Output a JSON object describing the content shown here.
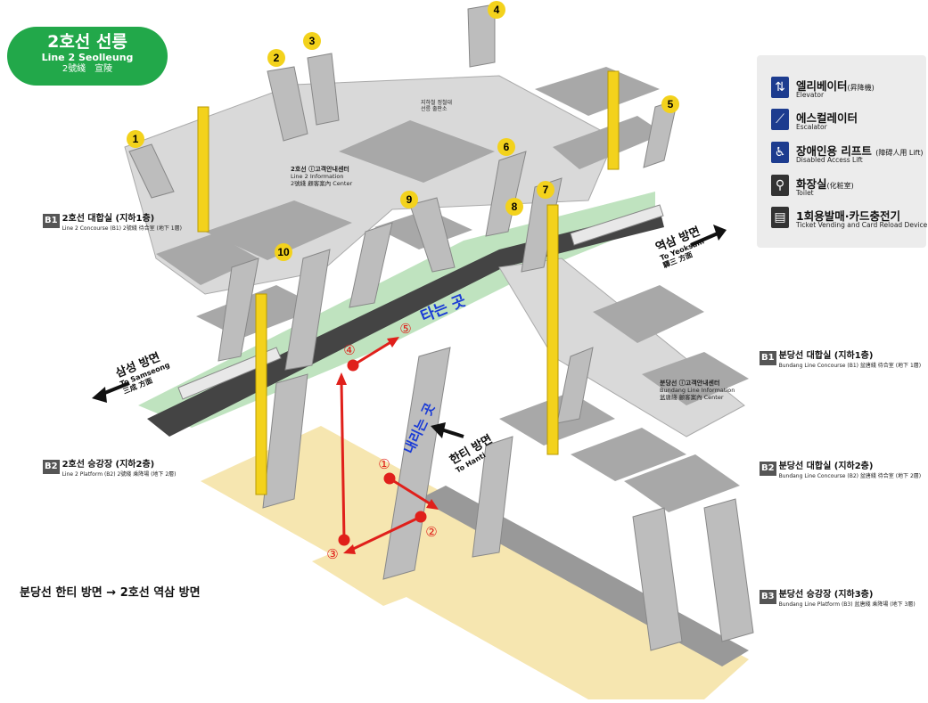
{
  "station": {
    "name_ko": "2호선 선릉",
    "name_en": "Line 2 Seolleung",
    "name_cn": "2號綫　宣陵"
  },
  "legend": [
    {
      "icon": "elevator-icon",
      "ko": "엘리베이터",
      "ko_cn": "(昇降機)",
      "en": "Elevator"
    },
    {
      "icon": "escalator-icon",
      "ko": "에스컬레이터",
      "ko_cn": "",
      "en": "Escalator"
    },
    {
      "icon": "wheelchair-icon",
      "ko": "장애인용 리프트",
      "ko_cn": "(障碍人用 Lift)",
      "en": "Disabled Access Lift"
    },
    {
      "icon": "toilet-icon",
      "ko": "화장실",
      "ko_cn": "(化粧室)",
      "en": "Toilet"
    },
    {
      "icon": "ticket-icon",
      "ko": "1회용발매·카드충전기",
      "ko_cn": "",
      "en": "Ticket Vending and Card Reload Device"
    }
  ],
  "levels": {
    "b1_line2": {
      "code": "B1",
      "ko": "2호선 대합실 (지하1층)",
      "en": "Line 2 Concourse (B1) 2號綫 待合室 (地下 1層)"
    },
    "b2_line2": {
      "code": "B2",
      "ko": "2호선 승강장 (지하2층)",
      "en": "Line 2 Platform (B2) 2號綫 乘降場 (地下 2層)"
    },
    "b1_bundang": {
      "code": "B1",
      "ko": "분당선 대합실 (지하1층)",
      "en": "Bundang Line Concourse (B1) 盆唐綫 待合室 (地下 1層)"
    },
    "b2_bundang": {
      "code": "B2",
      "ko": "분당선 대합실 (지하2층)",
      "en": "Bundang Line Concourse (B2) 盆唐綫 待合室 (地下 2層)"
    },
    "b3_bundang": {
      "code": "B3",
      "ko": "분당선 승강장 (지하3층)",
      "en": "Bundang Line Platform (B3) 盆唐綫 乘降場 (地下 3層)"
    }
  },
  "directions": {
    "yeoksam": {
      "ko": "역삼 방면",
      "en": "To Yeoksam",
      "cn": "驛三 方面"
    },
    "samseong": {
      "ko": "삼성 방면",
      "en": "To Samseong",
      "cn": "三成 方面"
    },
    "hanti": {
      "ko": "한티 방면",
      "en": "To Hanti"
    }
  },
  "info_centers": {
    "line2": {
      "ko": "2호선 ⓘ고객안내센터",
      "en": "Line 2 Information",
      "cn": "2號綫 顧客案內 Center"
    },
    "bundang": {
      "ko": "분당선 ⓘ고객안내센터",
      "en": "Bundang Line Information",
      "cn": "盆唐綫 顧客案內 Center"
    }
  },
  "notes": {
    "top_center_1": "지하철 정철대",
    "top_center_2": "선릉 출판소"
  },
  "boarding": {
    "board": "타는 곳",
    "alight": "내리는 곳"
  },
  "route": {
    "caption": "분당선 한티 방면 → 2호선 역삼 방면",
    "steps": [
      "①",
      "②",
      "③",
      "④",
      "⑤"
    ]
  },
  "exits": [
    "1",
    "2",
    "3",
    "4",
    "5",
    "6",
    "7",
    "8",
    "9",
    "10"
  ],
  "colors": {
    "line2_green": "#22a84a",
    "route_red": "#e0201b",
    "exit_yellow": "#f3d21c",
    "bundang_yellow": "#f6e6b0",
    "platform_green": "#bfe3bf",
    "concourse_gray": "#d9d9d9"
  }
}
